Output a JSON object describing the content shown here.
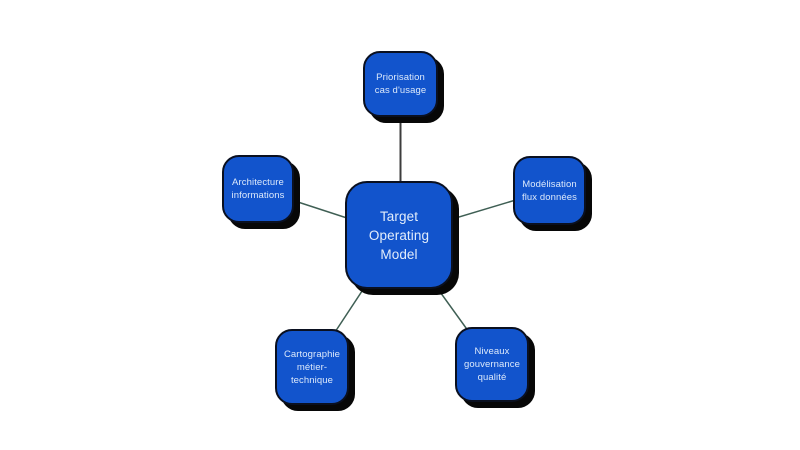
{
  "diagram": {
    "title": "Target Operating Model mind map",
    "colors": {
      "background": "#ffffff",
      "node_fill": "#1254cc",
      "node_border": "#0a1020",
      "node_shadow": "#070707",
      "node_text": "#dce9fb",
      "connector_vertical": "#3c3c3c",
      "connector_diagonal": "#3f5f54"
    },
    "center_node": {
      "label": "Target Operating Model",
      "lines": [
        "Target",
        "Operating",
        "Model"
      ]
    },
    "satellites": [
      {
        "position": "top",
        "label": "Priorisation cas d'usage",
        "lines": [
          "Priorisation",
          "cas d'usage"
        ]
      },
      {
        "position": "right",
        "label": "Modélisation flux données",
        "lines": [
          "Modélisation",
          "flux données"
        ]
      },
      {
        "position": "left",
        "label": "Architecture informations",
        "lines": [
          "Architecture",
          "informations"
        ]
      },
      {
        "position": "bottom-left",
        "label": "Cartographie métier-technique",
        "lines": [
          "Cartographie",
          "métier-",
          "technique"
        ]
      },
      {
        "position": "bottom-right",
        "label": "Niveaux gouvernance qualité",
        "lines": [
          "Niveaux",
          "gouvernance",
          "qualité"
        ]
      }
    ]
  }
}
